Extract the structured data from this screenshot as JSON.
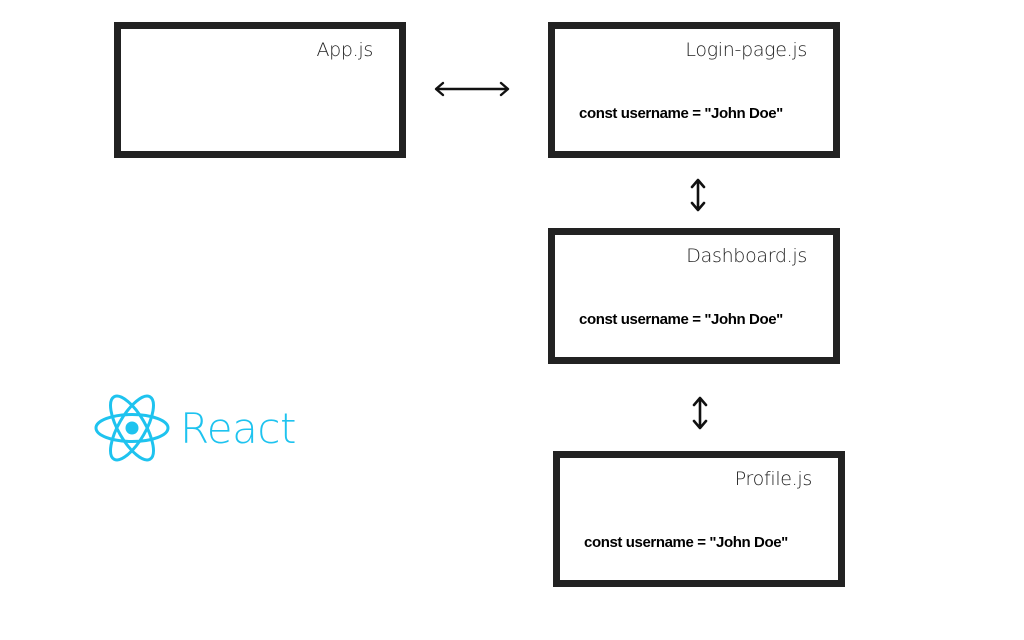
{
  "nodes": {
    "app": {
      "title": "App.js"
    },
    "login": {
      "title": "Login-page.js",
      "code": "const username = \"John Doe\""
    },
    "dashboard": {
      "title": "Dashboard.js",
      "code": "const username = \"John Doe\""
    },
    "profile": {
      "title": "Profile.js",
      "code": "const username = \"John Doe\""
    }
  },
  "edges": [
    {
      "from": "App.js",
      "to": "Login-page.js",
      "direction": "bidirectional"
    },
    {
      "from": "Login-page.js",
      "to": "Dashboard.js",
      "direction": "bidirectional"
    },
    {
      "from": "Dashboard.js",
      "to": "Profile.js",
      "direction": "bidirectional"
    }
  ],
  "logo": {
    "word": "React",
    "color": "#1ec3ef",
    "icon": "react-atom-icon"
  },
  "colors": {
    "box_border": "#222222",
    "background": "#ffffff"
  }
}
